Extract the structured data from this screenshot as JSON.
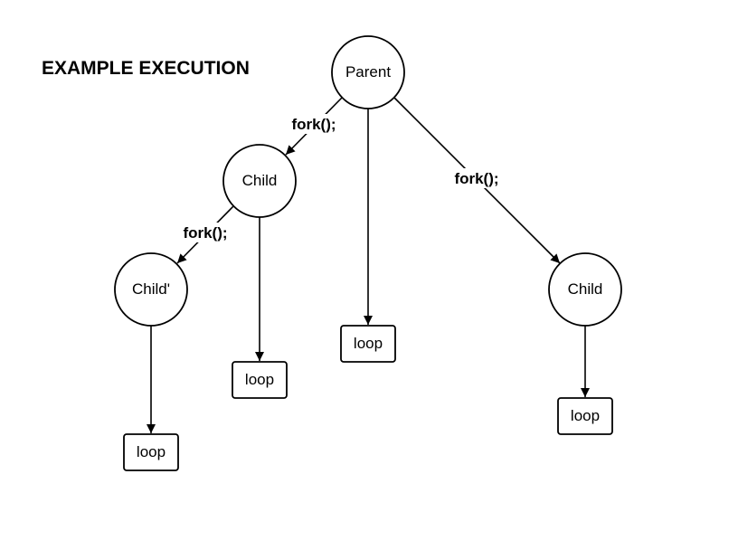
{
  "title": "EXAMPLE EXECUTION",
  "nodes": {
    "parent": "Parent",
    "child_left": "Child",
    "child_prime": "Child'",
    "child_right": "Child"
  },
  "loops": {
    "loop_child_prime": "loop",
    "loop_child_left": "loop",
    "loop_parent": "loop",
    "loop_child_right": "loop"
  },
  "edge_labels": {
    "parent_to_child_left": "fork();",
    "child_to_child_prime": "fork();",
    "parent_to_child_right": "fork();"
  }
}
